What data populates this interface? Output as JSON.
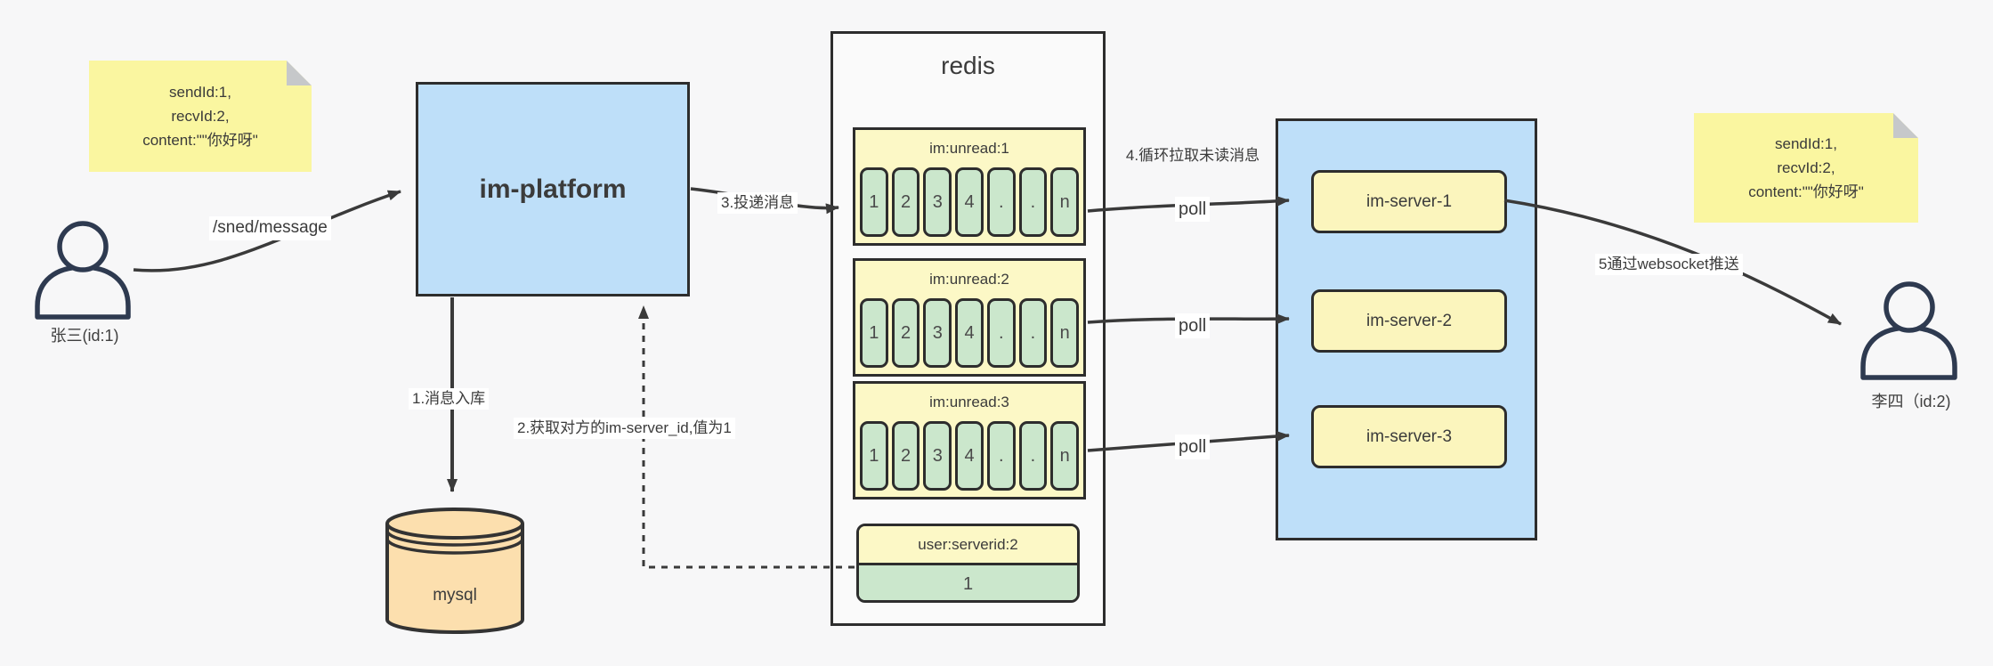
{
  "sticky_note_left": {
    "lines": [
      "sendId:1,",
      "recvId:2,",
      "content:\"\"你好呀\""
    ]
  },
  "sticky_note_right": {
    "lines": [
      "sendId:1,",
      "recvId:2,",
      "content:\"\"你好呀\""
    ]
  },
  "actors": {
    "sender": {
      "label": "张三(id:1)"
    },
    "receiver": {
      "label": "李四（id:2)"
    }
  },
  "im_platform": {
    "label": "im-platform"
  },
  "mysql": {
    "label": "mysql"
  },
  "redis": {
    "title": "redis",
    "queues": [
      {
        "name": "im:unread:1",
        "cells": [
          "1",
          "2",
          "3",
          "4",
          ".",
          ".",
          "n"
        ]
      },
      {
        "name": "im:unread:2",
        "cells": [
          "1",
          "2",
          "3",
          "4",
          ".",
          ".",
          "n"
        ]
      },
      {
        "name": "im:unread:3",
        "cells": [
          "1",
          "2",
          "3",
          "4",
          ".",
          ".",
          "n"
        ]
      }
    ],
    "server_map": {
      "name": "user:serverid:2",
      "value": "1"
    }
  },
  "server_group": {
    "servers": [
      {
        "label": "im-server-1"
      },
      {
        "label": "im-server-2"
      },
      {
        "label": "im-server-3"
      }
    ]
  },
  "edge_labels": {
    "send_message": "/sned/message",
    "step1": "1.消息入库",
    "step2": "2.获取对方的im-server_id,值为1",
    "step3": "3.投递消息",
    "step4": "4.循环拉取未读消息",
    "poll1": "poll",
    "poll2": "poll",
    "poll3": "poll",
    "step5": "5通过websocket推送"
  },
  "colors": {
    "sticky_yellow": "#faf6a0",
    "header_yellow": "#fcf8c6",
    "server_yellow": "#fbf5bd",
    "cell_green": "#cbe7cc",
    "node_blue": "#bedff9",
    "mysql_peach": "#fcdfae",
    "line_dark": "#3a3a3a",
    "background": "#f7f7f8"
  }
}
